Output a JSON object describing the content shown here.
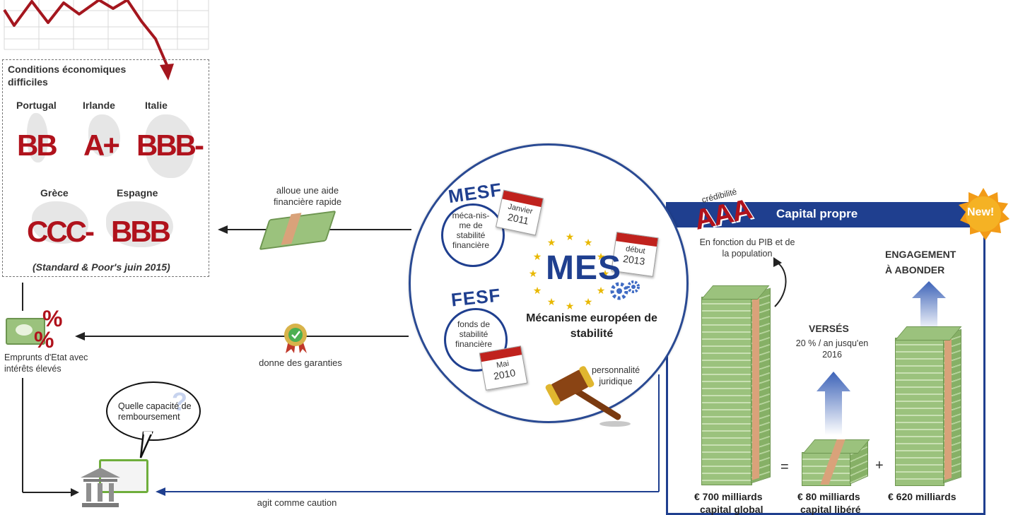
{
  "conditions": {
    "title": "Conditions économiques difficiles",
    "source": "(Standard & Poor's juin 2015)",
    "countries": [
      {
        "name": "Portugal",
        "rating": "BB"
      },
      {
        "name": "Irlande",
        "rating": "A+"
      },
      {
        "name": "Italie",
        "rating": "BBB-"
      },
      {
        "name": "Grèce",
        "rating": "CCC-"
      },
      {
        "name": "Espagne",
        "rating": "BBB"
      }
    ]
  },
  "arrows": {
    "aid": "alloue une aide financière rapide",
    "guarantees": "donne des garanties",
    "caution": "agit comme caution"
  },
  "left": {
    "loans": "Emprunts d'Etat avec intérêts élevés",
    "percent": "%",
    "question": "Quelle capacité de remboursement",
    "question_mark": "?"
  },
  "circle": {
    "mesf": {
      "abbr": "MESF",
      "desc": "méca-nis-me de stabilité financière",
      "cal_month": "Janvier",
      "cal_year": "2011"
    },
    "fesf": {
      "abbr": "FESF",
      "desc": "fonds de stabilité financière",
      "cal_month": "Mai",
      "cal_year": "2010"
    },
    "mes": {
      "abbr": "MES",
      "name": "Mécanisme européen de stabilité",
      "cal_month": "début",
      "cal_year": "2013"
    },
    "legal": "personnalité juridique"
  },
  "capital": {
    "title": "Capital propre",
    "badge": "New!",
    "credibility": "crédibilité",
    "aaa": "AAA",
    "pib": "En fonction du PIB et de la population",
    "engagement": "ENGAGEMENT À ABONDER",
    "verses": "VERSÉS",
    "verses_sub": "20 % / an jusqu'en 2016",
    "equals": "=",
    "plus": "+",
    "amounts": [
      {
        "value": "€ 700 milliards",
        "sub": "capital global"
      },
      {
        "value": "€ 80 milliards",
        "sub": "capital libéré"
      },
      {
        "value": "€ 620 milliards",
        "sub": ""
      }
    ]
  },
  "colors": {
    "navy": "#1f3f8f",
    "red": "#b0121c",
    "gold": "#e8b800",
    "money": "#8fc06a"
  }
}
